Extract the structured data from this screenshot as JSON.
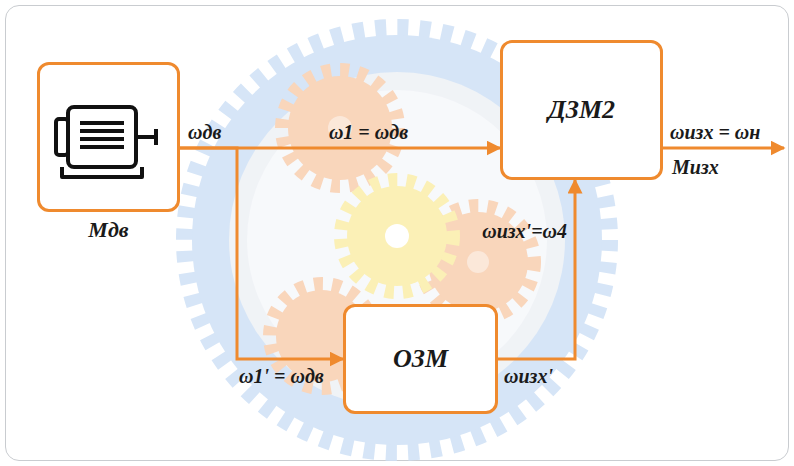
{
  "diagram": {
    "nodes": [
      {
        "text": [
          "Mдв"
        ]
      },
      {
        "text": [
          "ДЗМ2"
        ]
      },
      {
        "text": [
          "ОЗМ"
        ]
      }
    ],
    "edges": [
      {
        "from": 0,
        "to": 1,
        "arrow": "to",
        "label": "ω1 = ωдв"
      },
      {
        "from": 0,
        "to": 2,
        "arrow": "to",
        "label": "ω1' = ωдв"
      },
      {
        "from": 2,
        "to": 1,
        "arrow": "to",
        "label": "ωизх'"
      }
    ],
    "labels": [
      "ωдв",
      "ωизх'=ω4",
      "ωизх = ωн",
      "Mизх"
    ]
  }
}
